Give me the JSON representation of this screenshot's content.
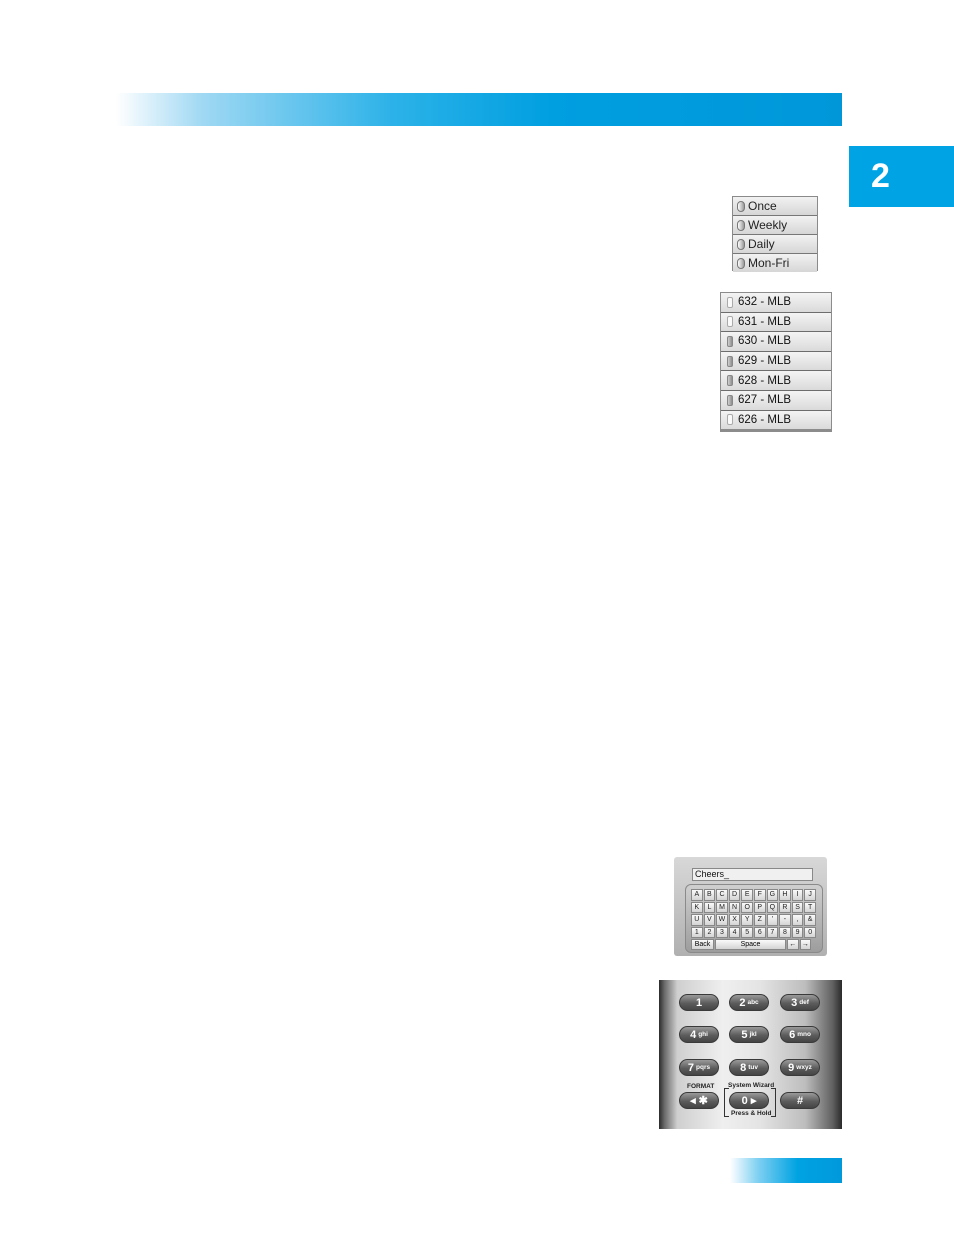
{
  "chapter": {
    "number": "2"
  },
  "frequency_menu": {
    "items": [
      "Once",
      "Weekly",
      "Daily",
      "Mon-Fri"
    ]
  },
  "channel_list": {
    "items": [
      {
        "label": "632 - MLB",
        "checked": false
      },
      {
        "label": "631 - MLB",
        "checked": false
      },
      {
        "label": "630 - MLB",
        "checked": true
      },
      {
        "label": "629 - MLB",
        "checked": true
      },
      {
        "label": "628 - MLB",
        "checked": true
      },
      {
        "label": "627 - MLB",
        "checked": true
      },
      {
        "label": "626 - MLB",
        "checked": false
      }
    ]
  },
  "keyboard": {
    "input_value": "Cheers_",
    "rows": [
      [
        "A",
        "B",
        "C",
        "D",
        "E",
        "F",
        "G",
        "H",
        "I",
        "J"
      ],
      [
        "K",
        "L",
        "M",
        "N",
        "O",
        "P",
        "Q",
        "R",
        "S",
        "T"
      ],
      [
        "U",
        "V",
        "W",
        "X",
        "Y",
        "Z",
        "'",
        "-",
        ",",
        "&"
      ],
      [
        "1",
        "2",
        "3",
        "4",
        "5",
        "6",
        "7",
        "8",
        "9",
        "0"
      ]
    ],
    "back_label": "Back",
    "space_label": "Space",
    "left_arrow": "←",
    "right_arrow": "→"
  },
  "remote": {
    "keys": [
      {
        "digit": "1",
        "letters": ""
      },
      {
        "digit": "2",
        "letters": "abc"
      },
      {
        "digit": "3",
        "letters": "def"
      },
      {
        "digit": "4",
        "letters": "ghi"
      },
      {
        "digit": "5",
        "letters": "jkl"
      },
      {
        "digit": "6",
        "letters": "mno"
      },
      {
        "digit": "7",
        "letters": "pqrs"
      },
      {
        "digit": "8",
        "letters": "tuv"
      },
      {
        "digit": "9",
        "letters": "wxyz"
      }
    ],
    "format_label": "FORMAT",
    "star_label": "◂ ✱",
    "zero_label": "0 ▸",
    "hash_label": "#",
    "system_wizard_label": "System Wizard",
    "press_hold_label": "Press & Hold"
  },
  "colors": {
    "accent": "#00a4e4"
  }
}
